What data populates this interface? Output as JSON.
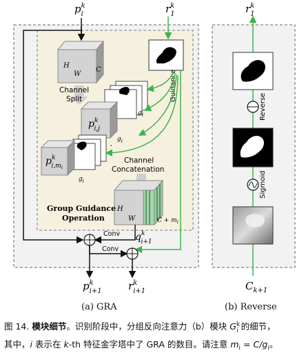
{
  "panel_a": {
    "title": "(a) GRA",
    "input_top": "p",
    "input_top_sup": "k",
    "input_top_sub": "i",
    "guidance_in": "r",
    "guidance_in_sup": "k",
    "guidance_in_sub": "1",
    "box_title_line1": "Group Guidance",
    "box_title_line2": "Operation",
    "cube_top_h": "H",
    "cube_top_w": "W",
    "cube_top_c": "C",
    "channel_split_1": "Channel",
    "channel_split_2": "Split",
    "feat_mid": "p",
    "feat_mid_sup": "k",
    "feat_mid_sub": "i,j",
    "feat_bottom": "p",
    "feat_bottom_sup": "k",
    "feat_bottom_sub": "i,m",
    "feat_bottom_subsub": "i",
    "g_label": "g",
    "g_label_sub": "i",
    "guidance_label": "Guidance",
    "concat_1": "Channel",
    "concat_2": "Concatenation",
    "cube_bot_h": "H",
    "cube_bot_w": "W",
    "cube_bot_c": "C + m",
    "cube_bot_c_sub": "i",
    "q_label": "q",
    "q_sup": "k",
    "q_sub": "i+1",
    "conv1": "Conv",
    "conv2": "Conv",
    "out_p": "p",
    "out_p_sup": "k",
    "out_p_sub": "i+1",
    "out_r": "r",
    "out_r_sup": "k",
    "out_r_sub": "i+1"
  },
  "panel_b": {
    "title": "(b) Reverse",
    "top_out": "r",
    "top_out_sup": "k",
    "top_out_sub": "1",
    "reverse_label": "Reverse",
    "sigmoid_label": "Sigmoid",
    "bottom_in": "C",
    "bottom_in_sub": "k+1"
  },
  "caption": {
    "fig_num": "图 14.",
    "bold_title": "模块细节",
    "text1": "。识别阶段中，分组反向注意力（b）模块 ",
    "g_sym": "G",
    "g_sup": "k",
    "g_sub": "i",
    "text2": " 的细节，",
    "text3": "其中，",
    "i_sym": "i",
    "text4": " 表示在 ",
    "k_sym": "k",
    "text5": "-th 特征金字塔中了 GRA 的数目。请注意 ",
    "eq": "m",
    "eq_sub": "i",
    "eq_rest": " = C/g",
    "eq_rest_sub": "i",
    "text6": "。"
  },
  "colors": {
    "green": "#3cb44b",
    "cream": "#f6f0df",
    "dash": "#666666"
  }
}
